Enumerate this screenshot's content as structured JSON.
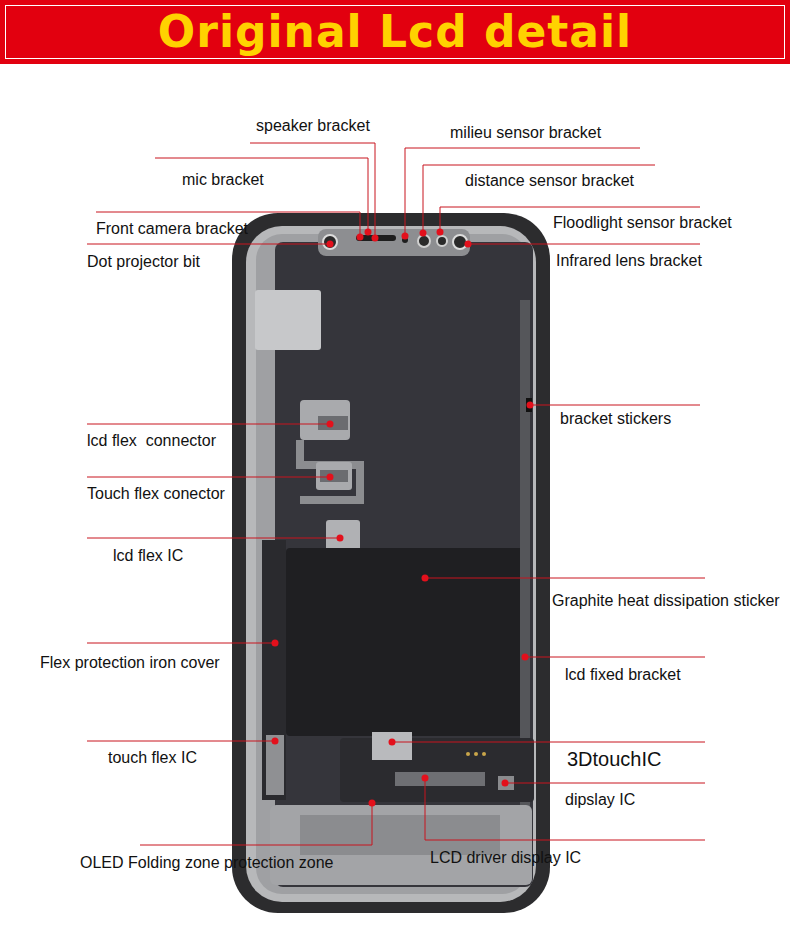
{
  "diagram": {
    "title": "Original Lcd detail",
    "labels": [
      "speaker bracket",
      "milieu sensor bracket",
      "mic bracket",
      "distance sensor bracket",
      "Front camera bracket",
      "Floodlight sensor bracket",
      "Dot projector bit",
      "Infrared lens bracket",
      "bracket stickers",
      "lcd flex  connector",
      "Touch flex conector",
      "lcd flex IC",
      "Graphite heat dissipation sticker",
      "Flex protection iron cover",
      "lcd fixed bracket",
      "touch flex IC",
      "3DtouchIC",
      "dipslay IC",
      "LCD driver display IC",
      "OLED Folding zone protection zone"
    ]
  }
}
